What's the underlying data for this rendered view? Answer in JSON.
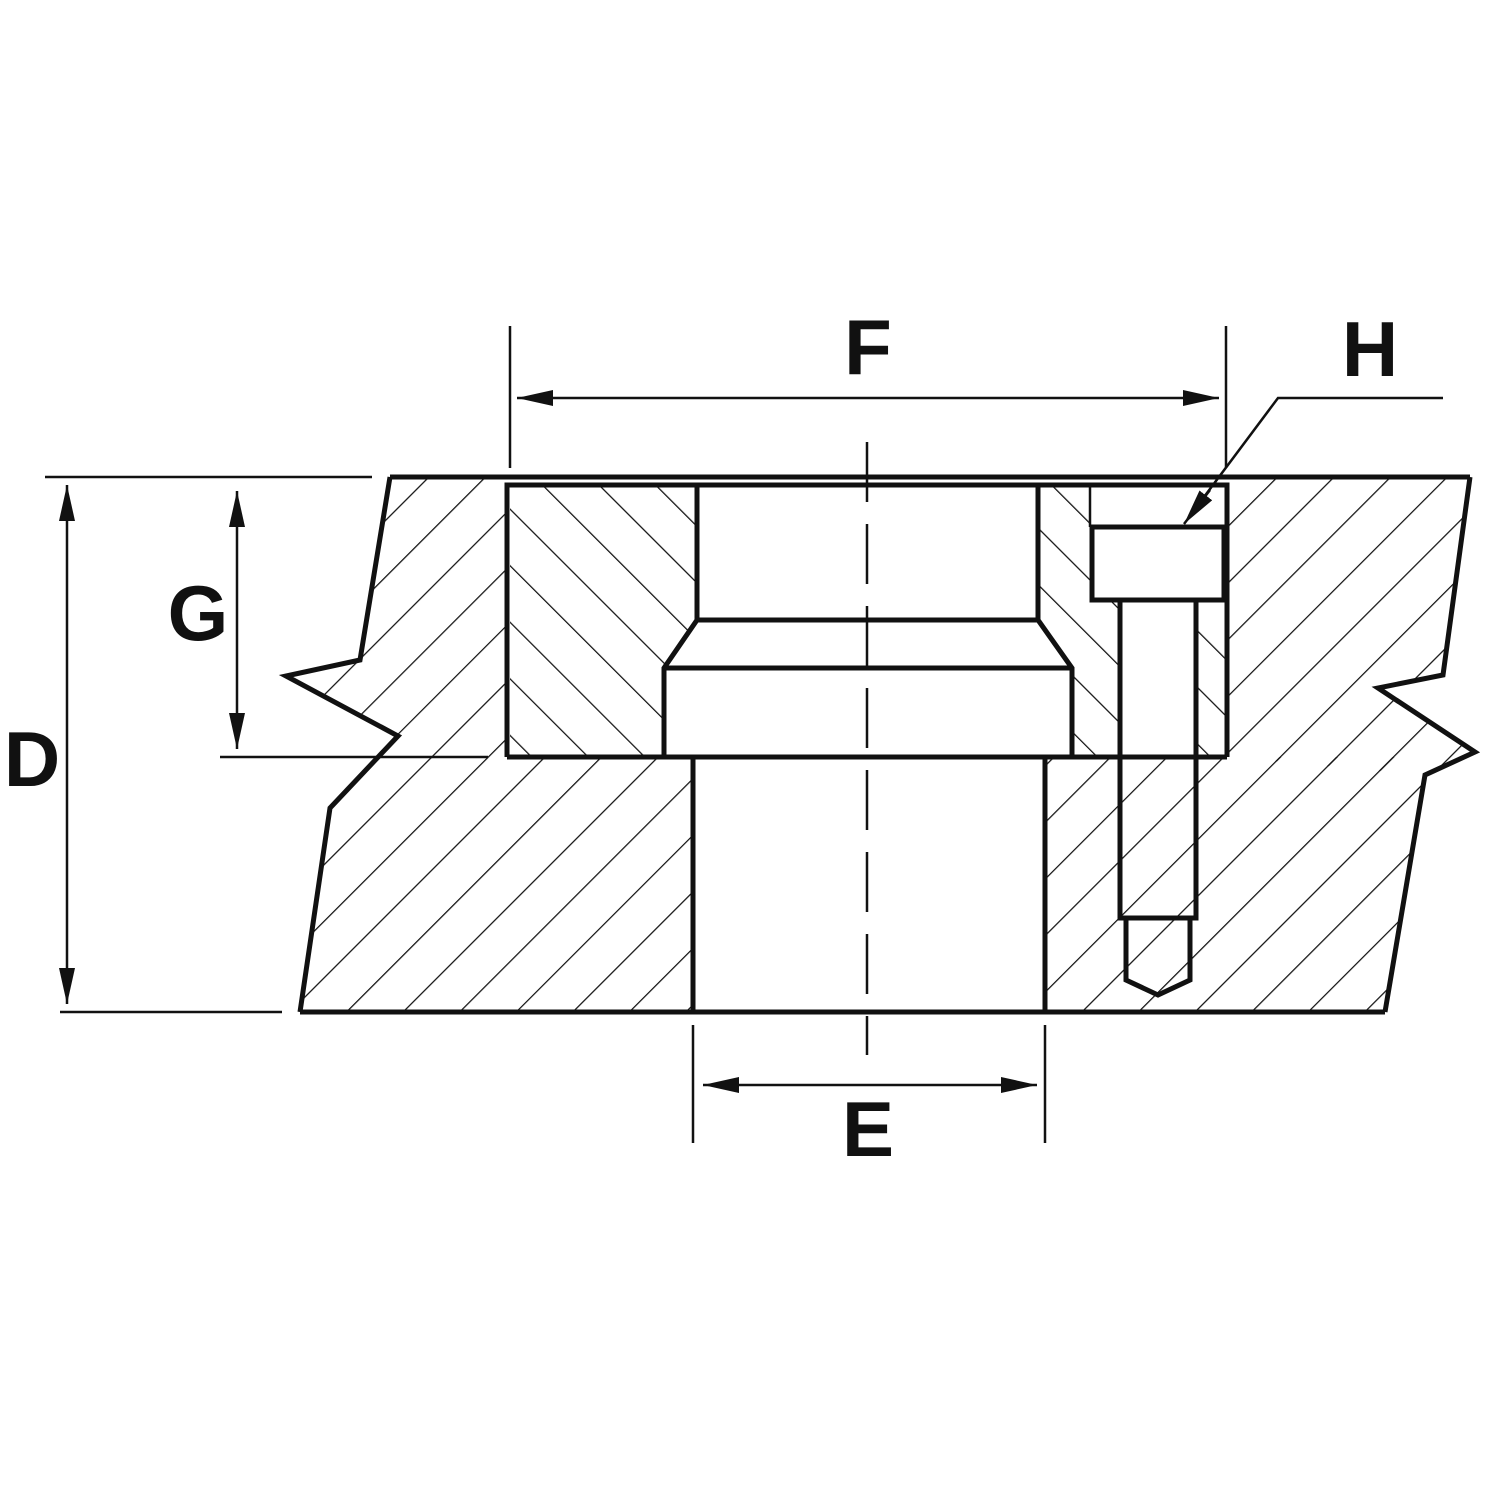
{
  "drawing": {
    "labels": {
      "F": "F",
      "H": "H",
      "G": "G",
      "D": "D",
      "E": "E"
    },
    "ink_color": "#111111",
    "background": "#ffffff"
  }
}
